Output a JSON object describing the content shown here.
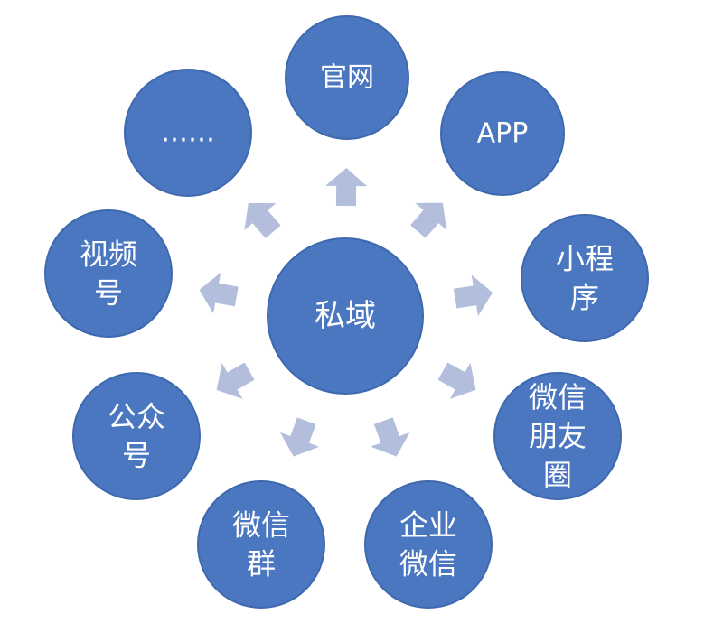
{
  "colors": {
    "node_fill": "#4a77c0",
    "node_stroke": "#3f69ae",
    "arrow_fill": "#b3bedd",
    "text": "#ffffff",
    "background": "#ffffff"
  },
  "center": {
    "label": "私域"
  },
  "nodes": [
    {
      "id": "guanwang",
      "lines": [
        "官网"
      ]
    },
    {
      "id": "app",
      "lines": [
        "APP"
      ]
    },
    {
      "id": "xiaochengxu",
      "lines": [
        "小程",
        "序"
      ]
    },
    {
      "id": "pengyouquan",
      "lines": [
        "微信",
        "朋友",
        "圈"
      ]
    },
    {
      "id": "qiyeweixin",
      "lines": [
        "企业",
        "微信"
      ]
    },
    {
      "id": "weixinqun",
      "lines": [
        "微信",
        "群"
      ]
    },
    {
      "id": "gongzhonghao",
      "lines": [
        "公众",
        "号"
      ]
    },
    {
      "id": "shipinhao",
      "lines": [
        "视频",
        "号"
      ]
    },
    {
      "id": "more",
      "lines": [
        "……"
      ]
    }
  ]
}
